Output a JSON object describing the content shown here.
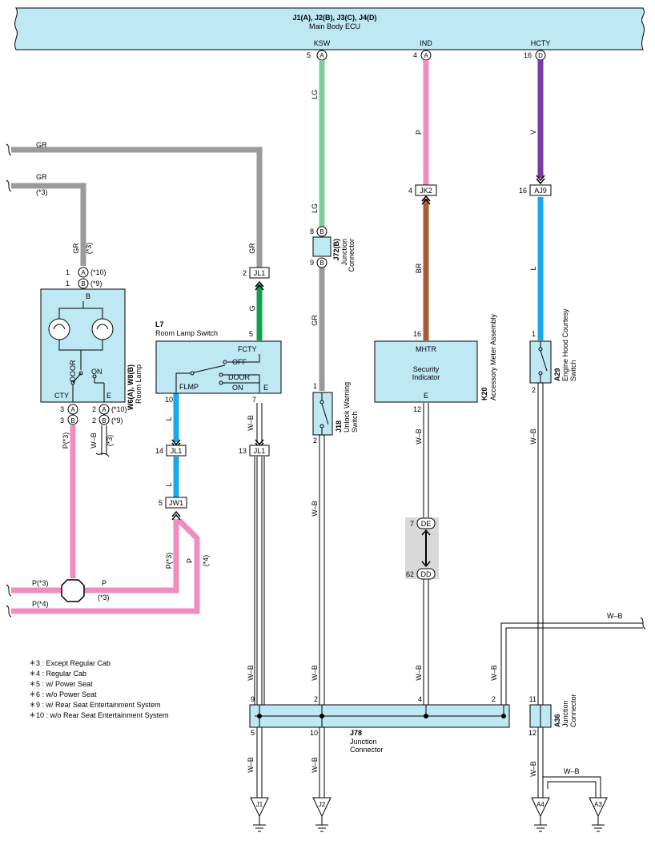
{
  "ecu": {
    "ref": "J1(A), J2(B), J3(C), J4(D)",
    "name": "Main Body ECU",
    "pins": [
      {
        "name": "KSW",
        "num": "5",
        "conn": "A"
      },
      {
        "name": "IND",
        "num": "4",
        "conn": "A"
      },
      {
        "name": "HCTY",
        "num": "16",
        "conn": "D"
      }
    ]
  },
  "wire_colors": {
    "GR": "#9b9b9b",
    "LG": "#7fcc9b",
    "P": "#f08cbe",
    "BR": "#a85a35",
    "V": "#7a3aa0",
    "L": "#1aa9e8",
    "G": "#10a050",
    "WB": "#ffffff",
    "ecu_fill": "#bfe8f5"
  },
  "wires": {
    "gr": "GR",
    "lg": "LG",
    "p": "P",
    "br": "BR",
    "v": "V",
    "l": "L",
    "g": "G",
    "wb": "W–B",
    "p3": "P(*3)",
    "p4": "P(*4)",
    "gr3": "(*3)",
    "s3": "(*3)",
    "s4": "(*4)"
  },
  "components": {
    "room_lamp": {
      "ref": "W6(A), W8(B)",
      "name": "Room Lamp",
      "b": "B",
      "door": "DOOR",
      "on": "ON",
      "cty": "CTY",
      "e": "E",
      "top_pins": [
        {
          "num": "1",
          "conn": "A",
          "note": "(*10)"
        },
        {
          "num": "1",
          "conn": "B",
          "note": "(*9)"
        }
      ],
      "bottom_pins": [
        {
          "num": "3",
          "conn": "A"
        },
        {
          "num": "3",
          "conn": "B"
        },
        {
          "num": "2",
          "conn": "A",
          "note": "(*10)"
        },
        {
          "num": "2",
          "conn": "B",
          "note": "(*9)"
        }
      ]
    },
    "room_lamp_switch": {
      "ref": "L7",
      "name": "Room Lamp Switch",
      "fcty": "FCTY",
      "off": "OFF",
      "door": "DOOR",
      "flmp": "FLMP",
      "on": "ON",
      "e": "E",
      "pins": [
        "5",
        "10",
        "7"
      ]
    },
    "j72": {
      "ref": "J72(B)",
      "name": "Junction\nConnector",
      "pins": [
        "8",
        "9"
      ],
      "conn": "B"
    },
    "j18": {
      "ref": "J18",
      "name": "Unlock Warning\nSwitch",
      "pins": [
        "1",
        "2"
      ]
    },
    "k20": {
      "ref": "K20",
      "name": "Accessory Meter Assembly",
      "mhtr": "MHTR",
      "label": "Security\nIndicator",
      "e": "E",
      "pins": [
        "16",
        "12"
      ]
    },
    "a29": {
      "ref": "A29",
      "name": "Engine Hood Courtesy\nSwitch",
      "pins": [
        "1",
        "2"
      ]
    },
    "j78": {
      "ref": "J78",
      "name": "Junction\nConnector",
      "pins_top": [
        "9",
        "2",
        "4",
        "2"
      ],
      "pins_bottom": [
        "5",
        "10"
      ]
    },
    "a36": {
      "ref": "A36",
      "name": "Junction\nConnector",
      "pins": [
        "11",
        "12"
      ]
    }
  },
  "connectors": {
    "jl1_a": {
      "id": "JL1",
      "pin": "2"
    },
    "jl1_b": {
      "id": "JL1",
      "pin": "14"
    },
    "jl1_c": {
      "id": "JL1",
      "pin": "13"
    },
    "jw1": {
      "id": "JW1",
      "pin": "5"
    },
    "jk2": {
      "id": "JK2",
      "pin": "4"
    },
    "aj9": {
      "id": "AJ9",
      "pin": "16"
    },
    "de": {
      "id": "DE",
      "pin": "7"
    },
    "dd": {
      "id": "DD",
      "pin": "62"
    }
  },
  "grounds": [
    "J1",
    "J2",
    "A4",
    "A3"
  ],
  "notes": [
    "＊3 : Except Regular Cab",
    "＊4 : Regular Cab",
    "＊5 : w/ Power Seat",
    "＊6 : w/o Power Seat",
    "＊9 : w/ Rear Seat Entertainment System",
    "＊10 : w/o Rear Seat Entertainment System"
  ]
}
